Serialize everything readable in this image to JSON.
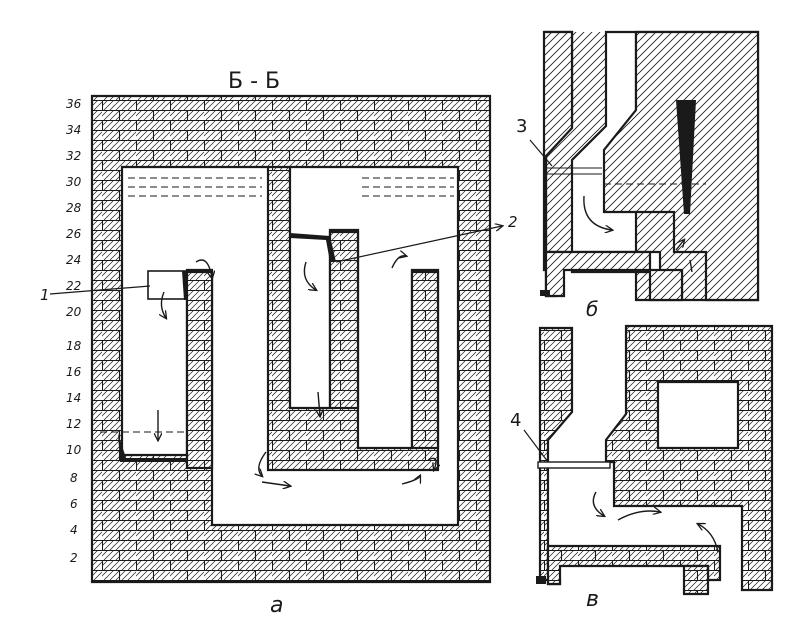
{
  "section_title": "Б - Б",
  "scale_marks": [
    "36",
    "34",
    "32",
    "30",
    "28",
    "26",
    "24",
    "22",
    "20",
    "18",
    "16",
    "14",
    "12",
    "10",
    "8",
    "6",
    "4",
    "2"
  ],
  "callouts": {
    "c1": "1",
    "c2": "2",
    "c3": "3",
    "c4": "4"
  },
  "captions": {
    "a": "а",
    "b": "б",
    "v": "в"
  }
}
